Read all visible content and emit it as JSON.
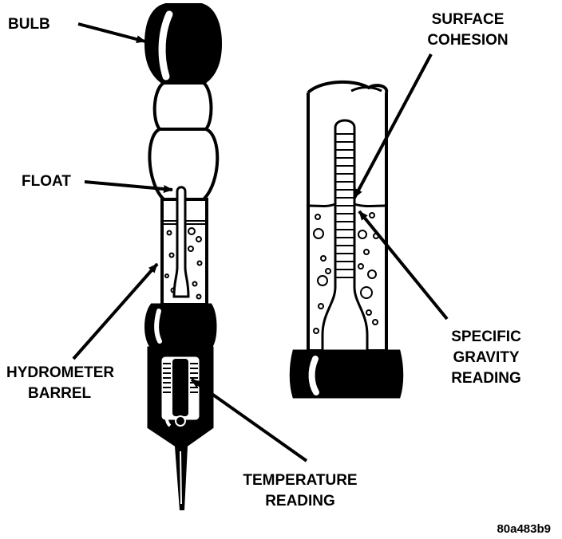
{
  "labels": {
    "bulb": "BULB",
    "float": "FLOAT",
    "hydrometer_barrel_line1": "HYDROMETER",
    "hydrometer_barrel_line2": "BARREL",
    "temperature_reading_line1": "TEMPERATURE",
    "temperature_reading_line2": "READING",
    "surface_cohesion_line1": "SURFACE",
    "surface_cohesion_line2": "COHESION",
    "specific_gravity_line1": "SPECIFIC",
    "specific_gravity_line2": "GRAVITY",
    "specific_gravity_line3": "READING"
  },
  "figure_id": "80a483b9"
}
